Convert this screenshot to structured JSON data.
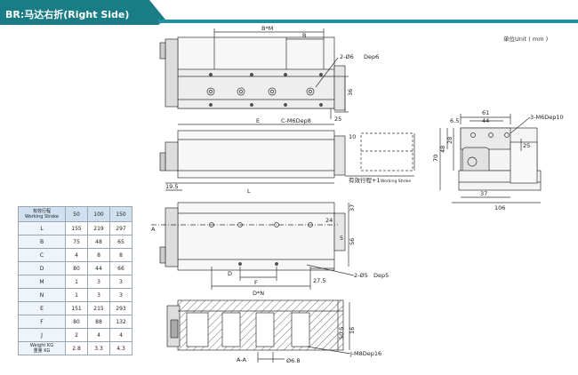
{
  "header": {
    "title": "BR:马达右折(Right Side)",
    "band_color": "#1a7d85",
    "line_color": "#1e90a0"
  },
  "unit_label": "单位Unit ( mm )",
  "views": {
    "top": {
      "dim_bm": "B*M",
      "dim_b": "B",
      "hole_callout": "2-Ø6",
      "hole_callout_tail": "Dep6",
      "dim_36": "36",
      "dim_25": "25",
      "dim_c_m6": "C-M6Dep8"
    },
    "side": {
      "dim_e": "E",
      "dim_10": "10",
      "dim_19_5": "19.5",
      "dim_l": "L",
      "stroke_label_cn": "有效行程+1",
      "stroke_label_en": "Working Stroke"
    },
    "front": {
      "section_a": "A",
      "dim_37": "37",
      "dim_56": "56",
      "dim_24": "24",
      "dim_5": "5",
      "dim_d": "D",
      "dim_27_5": "27.5",
      "dim_f": "F",
      "dim_dn": "D*N",
      "hole_callout": "2-Ø5",
      "hole_callout_tail": "Dep5"
    },
    "section": {
      "label": "A-A",
      "dim_50_5": "50.5",
      "dim_16": "16",
      "dim_6_8": "Ø6.8",
      "callout": "J-M8Dep16"
    },
    "end": {
      "dim_61": "61",
      "dim_44": "44",
      "dim_6_5": "6.5",
      "dim_28": "28",
      "dim_48": "48",
      "dim_70": "70",
      "dim_25": "25",
      "dim_37": "37",
      "dim_106": "106",
      "callout": "3-M6Dep10"
    }
  },
  "table": {
    "header_cn": "有效行程",
    "header_en": "Working Stroke",
    "columns": [
      "50",
      "100",
      "150"
    ],
    "rows": [
      {
        "label": "L",
        "values": [
          "155",
          "219",
          "297"
        ]
      },
      {
        "label": "B",
        "values": [
          "75",
          "48",
          "65"
        ]
      },
      {
        "label": "C",
        "values": [
          "4",
          "8",
          "8"
        ]
      },
      {
        "label": "D",
        "values": [
          "80",
          "44",
          "66"
        ]
      },
      {
        "label": "M",
        "values": [
          "1",
          "3",
          "3"
        ]
      },
      {
        "label": "N",
        "values": [
          "1",
          "3",
          "3"
        ]
      },
      {
        "label": "E",
        "values": [
          "151",
          "215",
          "293"
        ]
      },
      {
        "label": "F",
        "values": [
          "80",
          "88",
          "132"
        ]
      },
      {
        "label": "J",
        "values": [
          "2",
          "4",
          "4"
        ]
      }
    ],
    "weight_label_en": "Weight KG",
    "weight_label_cn": "重量 KG",
    "weight_values": [
      "2.8",
      "3.3",
      "4.3"
    ]
  }
}
